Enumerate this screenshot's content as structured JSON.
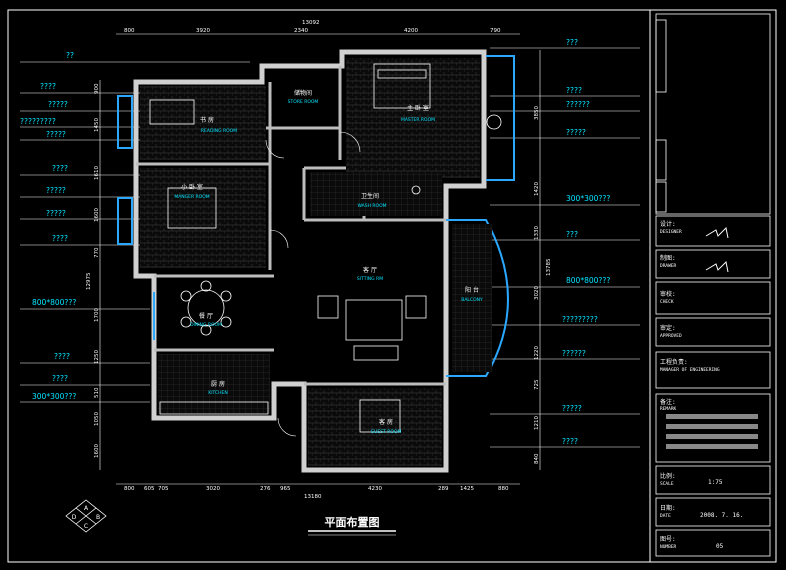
{
  "drawing": {
    "title": "平面布置图",
    "scale_note": "13092",
    "bottom_total": "13180",
    "left_total": "12975",
    "right_total": "13785"
  },
  "dimensions": {
    "top": [
      "800",
      "3920",
      "2340",
      "4200",
      "790"
    ],
    "bottom": [
      "800",
      "605",
      "705",
      "3020",
      "276",
      "965",
      "4230",
      "289",
      "1425",
      "880"
    ],
    "left": [
      "900",
      "1450",
      "1610",
      "1600",
      "770",
      "1700",
      "1250",
      "510",
      "1050",
      "1600"
    ],
    "right": [
      "3850",
      "1420",
      "1330",
      "3020",
      "1220",
      "725",
      "1210",
      "840"
    ]
  },
  "rooms": [
    {
      "cn": "书 房",
      "en": "READING ROOM"
    },
    {
      "cn": "储物间",
      "en": "STORE ROOM"
    },
    {
      "cn": "主 卧 室",
      "en": "MASTER ROOM"
    },
    {
      "cn": "卫生间",
      "en": "WASH ROOM"
    },
    {
      "cn": "小 卧 室",
      "en": "MANGER ROOM"
    },
    {
      "cn": "客 厅",
      "en": "SITTING RM"
    },
    {
      "cn": "阳 台",
      "en": "BALCONY"
    },
    {
      "cn": "餐 厅",
      "en": "DINING ROOM"
    },
    {
      "cn": "厨 房",
      "en": "KITCHEN"
    },
    {
      "cn": "客 房",
      "en": "GUEST ROOM"
    }
  ],
  "notes_left": [
    "??",
    "????",
    "?????",
    "?????????",
    "?????",
    "????",
    "?????",
    "?????",
    "????",
    "800*800???",
    "????",
    "????",
    "300*300???"
  ],
  "notes_right": [
    "???",
    "????",
    "??????",
    "?????",
    "300*300???",
    "???",
    "800*800???",
    "?????????",
    "??????",
    "?????",
    "????"
  ],
  "title_block": {
    "designer_cn": "设计:",
    "designer_en": "DESIGNER",
    "drawer_cn": "制图:",
    "drawer_en": "DRAWER",
    "checker_cn": "审校:",
    "checker_en": "CHECK",
    "approved_cn": "审定:",
    "approved_en": "APPROVED",
    "manager_cn": "工程负责:",
    "manager_en": "MANAGER OF ENGINEERING",
    "remark_cn": "备注:",
    "remark_en": "REMARK",
    "scale_cn": "比例:",
    "scale_en": "SCALE",
    "scale_value": "1:75",
    "date_cn": "日期:",
    "date_en": "DATE",
    "date_value": "2008. 7. 16.",
    "number_cn": "图号:",
    "number_en": "NUMBER",
    "number_value": "05"
  },
  "compass_letters": [
    "A",
    "B",
    "C",
    "D"
  ],
  "colors": {
    "line": "#ffffff",
    "annotation": "#00e5ff",
    "wall": "#d0d0d0",
    "window": "#2aa8ff"
  }
}
